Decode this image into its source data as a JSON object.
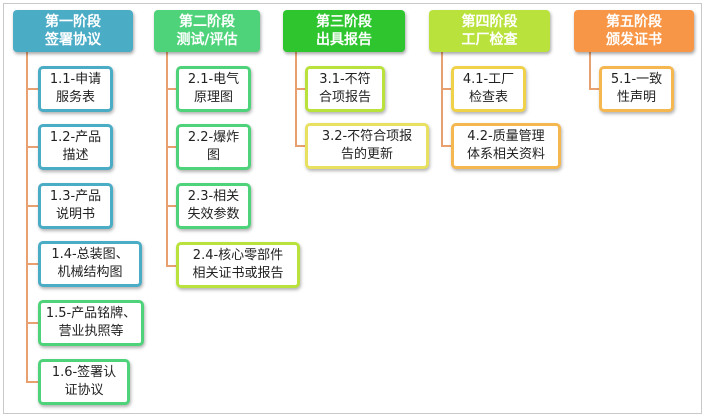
{
  "colors": {
    "stage1": "#4bacc6",
    "stage2": "#4ed37a",
    "stage3": "#2ec52e",
    "stage4": "#b9e33c",
    "stage5": "#f79646",
    "connector": "#e8a070"
  },
  "stages": [
    {
      "line1": "第一阶段",
      "line2": "签署协议",
      "items": [
        {
          "line1": "1.1-申请",
          "line2": "服务表"
        },
        {
          "line1": "1.2-产品",
          "line2": "描述"
        },
        {
          "line1": "1.3-产品",
          "line2": "说明书"
        },
        {
          "line1": "1.4-总装图、",
          "line2": "机械结构图"
        },
        {
          "line1": "1.5-产品铭牌、",
          "line2": "营业执照等"
        },
        {
          "line1": "1.6-签署认",
          "line2": "证协议"
        }
      ]
    },
    {
      "line1": "第二阶段",
      "line2": "测试/评估",
      "items": [
        {
          "line1": "2.1-电气",
          "line2": "原理图"
        },
        {
          "line1": "2.2-爆炸",
          "line2": "图"
        },
        {
          "line1": "2.3-相关",
          "line2": "失效参数"
        },
        {
          "line1": "2.4-核心零部件",
          "line2": "相关证书或报告"
        }
      ]
    },
    {
      "line1": "第三阶段",
      "line2": "出具报告",
      "items": [
        {
          "line1": "3.1-不符",
          "line2": "合项报告"
        },
        {
          "line1": "3.2-不符合项报",
          "line2": "告的更新"
        }
      ]
    },
    {
      "line1": "第四阶段",
      "line2": "工厂检查",
      "items": [
        {
          "line1": "4.1-工厂",
          "line2": "检查表"
        },
        {
          "line1": "4.2-质量管理",
          "line2": "体系相关资料"
        }
      ]
    },
    {
      "line1": "第五阶段",
      "line2": "颁发证书",
      "items": [
        {
          "line1": "5.1-一致",
          "line2": "性声明"
        }
      ]
    }
  ]
}
